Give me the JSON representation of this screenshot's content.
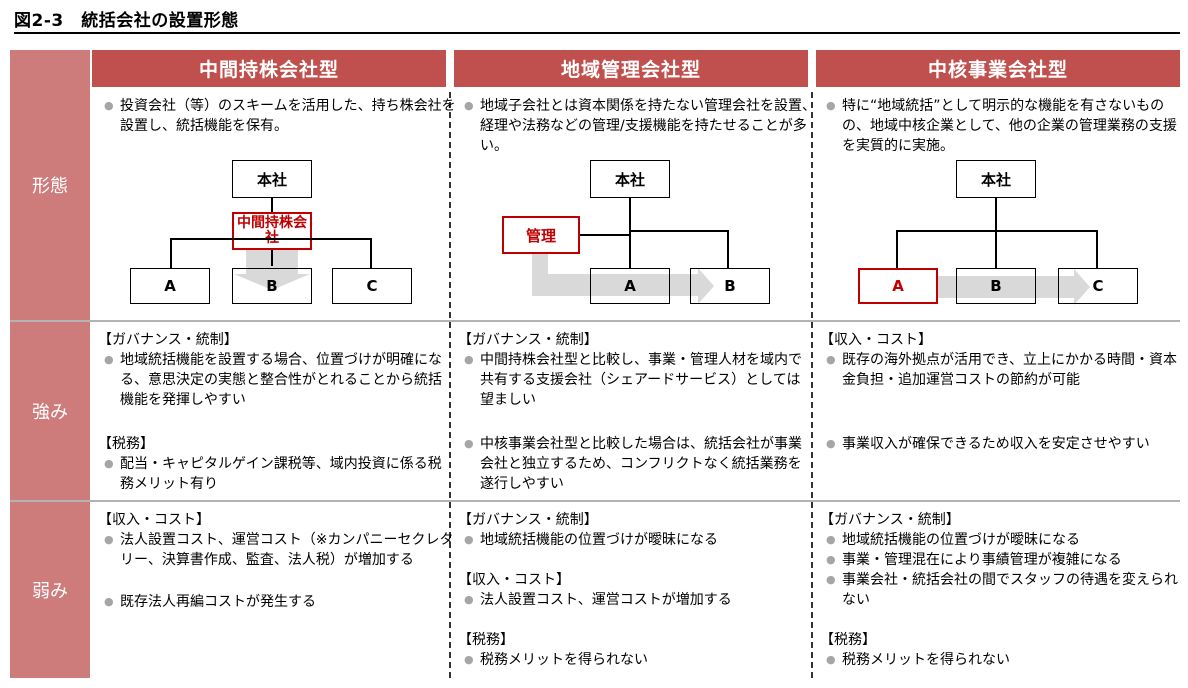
{
  "title": "図2-3　統括会社の設置形態",
  "rows": {
    "form": "形態",
    "strength": "強み",
    "weakness": "弱み"
  },
  "columns": [
    {
      "header": "中間持株会社型"
    },
    {
      "header": "地域管理会社型"
    },
    {
      "header": "中核事業会社型"
    }
  ],
  "form": {
    "c1": {
      "desc": "投資会社（等）のスキームを活用した、持ち株会社を設置し、統括機能を保有。",
      "hq": "本社",
      "holding": "中間持株会社",
      "a": "A",
      "b": "B",
      "c": "C"
    },
    "c2": {
      "desc": "地域子会社とは資本関係を持たない管理会社を設置、経理や法務などの管理/支援機能を持たせることが多い。",
      "hq": "本社",
      "mgmt": "管理",
      "a": "A",
      "b": "B"
    },
    "c3": {
      "desc": "特に“地域統括”として明示的な機能を有さないものの、地域中核企業として、他の企業の管理業務の支援を実質的に実施。",
      "hq": "本社",
      "a": "A",
      "b": "B",
      "c": "C"
    }
  },
  "strength": {
    "c1": {
      "h1": "【ガバナンス・統制】",
      "b1": "地域統括機能を設置する場合、位置づけが明確になる、意思決定の実態と整合性がとれることから統括機能を発揮しやすい",
      "h2": "【税務】",
      "b2": "配当・キャピタルゲイン課税等、域内投資に係る税務メリット有り"
    },
    "c2": {
      "h1": "【ガバナンス・統制】",
      "b1": "中間持株会社型と比較し、事業・管理人材を域内で共有する支援会社（シェアードサービス）としては望ましい",
      "b2": "中核事業会社型と比較した場合は、統括会社が事業会社と独立するため、コンフリクトなく統括業務を遂行しやすい"
    },
    "c3": {
      "h1": "【収入・コスト】",
      "b1": "既存の海外拠点が活用でき、立上にかかる時間・資本金負担・追加運営コストの節約が可能",
      "b2": "事業収入が確保できるため収入を安定させやすい"
    }
  },
  "weakness": {
    "c1": {
      "h1": "【収入・コスト】",
      "b1": "法人設置コスト、運営コスト（※カンパニーセクレタリー、決算書作成、監査、法人税）が増加する",
      "b2": "既存法人再編コストが発生する"
    },
    "c2": {
      "h1": "【ガバナンス・統制】",
      "b1": "地域統括機能の位置づけが曖昧になる",
      "h2": "【収入・コスト】",
      "b2": "法人設置コスト、運営コストが増加する",
      "h3": "【税務】",
      "b3": "税務メリットを得られない"
    },
    "c3": {
      "h1": "【ガバナンス・統制】",
      "b1": "地域統括機能の位置づけが曖昧になる",
      "b2": "事業・管理混在により事績管理が複雑になる",
      "b3": "事業会社・統括会社の間でスタッフの待遇を変えられない",
      "h2": "【税務】",
      "b4": "税務メリットを得られない"
    }
  }
}
